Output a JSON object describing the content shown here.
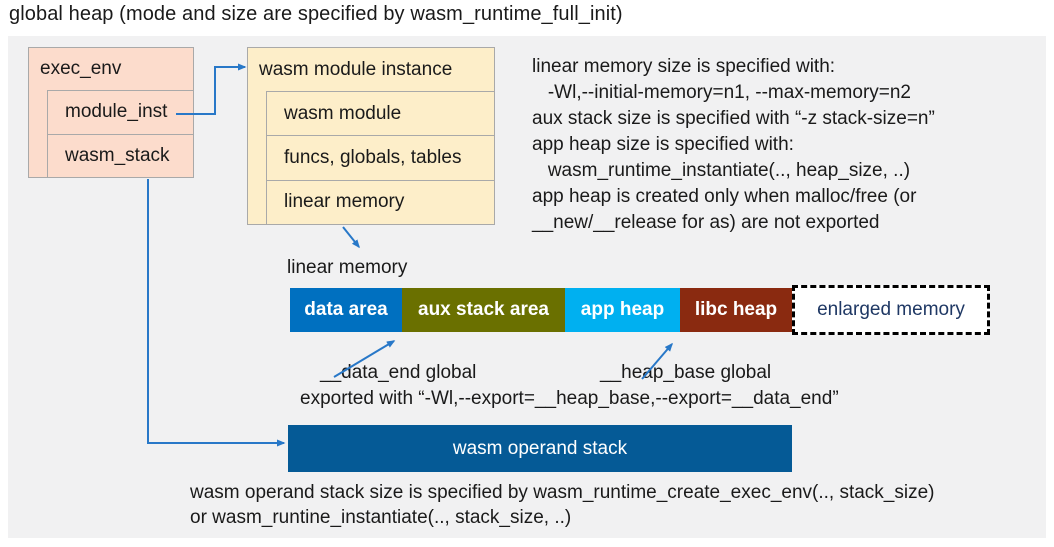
{
  "title": "global heap (mode and size are specified by wasm_runtime_full_init)",
  "colors": {
    "panel_bg": "#f1f1f2",
    "box_pink_fill": "#fcdccc",
    "box_cream_fill": "#fdeec9",
    "box_border": "#a9a9a9",
    "arrow_blue": "#2878c8",
    "data_area": "#0070c0",
    "aux_stack_area": "#6a7000",
    "app_heap": "#00b0f0",
    "libc_heap": "#8a2a10",
    "enlarged_text": "#1f3864",
    "operand_stack": "#055a96",
    "text": "#1a1a1a"
  },
  "exec_env": {
    "header": "exec_env",
    "rows": [
      "module_inst",
      "wasm_stack"
    ]
  },
  "module_instance": {
    "header": "wasm module instance",
    "rows": [
      "wasm module",
      "funcs, globals, tables",
      "linear memory"
    ]
  },
  "notes": {
    "lines": [
      "linear memory size is specified with:",
      "   -Wl,--initial-memory=n1, --max-memory=n2",
      "aux stack size is specified with “-z stack-size=n”",
      "app heap size is specified with:",
      "   wasm_runtime_instantiate(.., heap_size, ..)",
      "app heap is created only when malloc/free (or",
      "__new/__release for as) are not exported"
    ]
  },
  "linear_memory_label": "linear memory",
  "memory_bar": {
    "segments": [
      {
        "label": "data area",
        "color": "#0070c0",
        "width": 112,
        "style": "solid"
      },
      {
        "label": "aux stack area",
        "color": "#6a7000",
        "width": 163,
        "style": "solid"
      },
      {
        "label": "app heap",
        "color": "#00b0f0",
        "width": 115,
        "style": "solid"
      },
      {
        "label": "libc heap",
        "color": "#8a2a10",
        "width": 112,
        "style": "solid"
      },
      {
        "label": "enlarged memory",
        "color": "#ffffff",
        "width": 198,
        "style": "dashed"
      }
    ]
  },
  "annotations": {
    "data_end": "__data_end global",
    "heap_base": "__heap_base global",
    "exported": "exported with “-Wl,--export=__heap_base,--export=__data_end”"
  },
  "operand_stack": {
    "label": "wasm operand stack"
  },
  "footer": {
    "lines": [
      "wasm operand stack size is specified by wasm_runtime_create_exec_env(.., stack_size)",
      "or wasm_runtine_instantiate(.., stack_size, ..)"
    ]
  }
}
